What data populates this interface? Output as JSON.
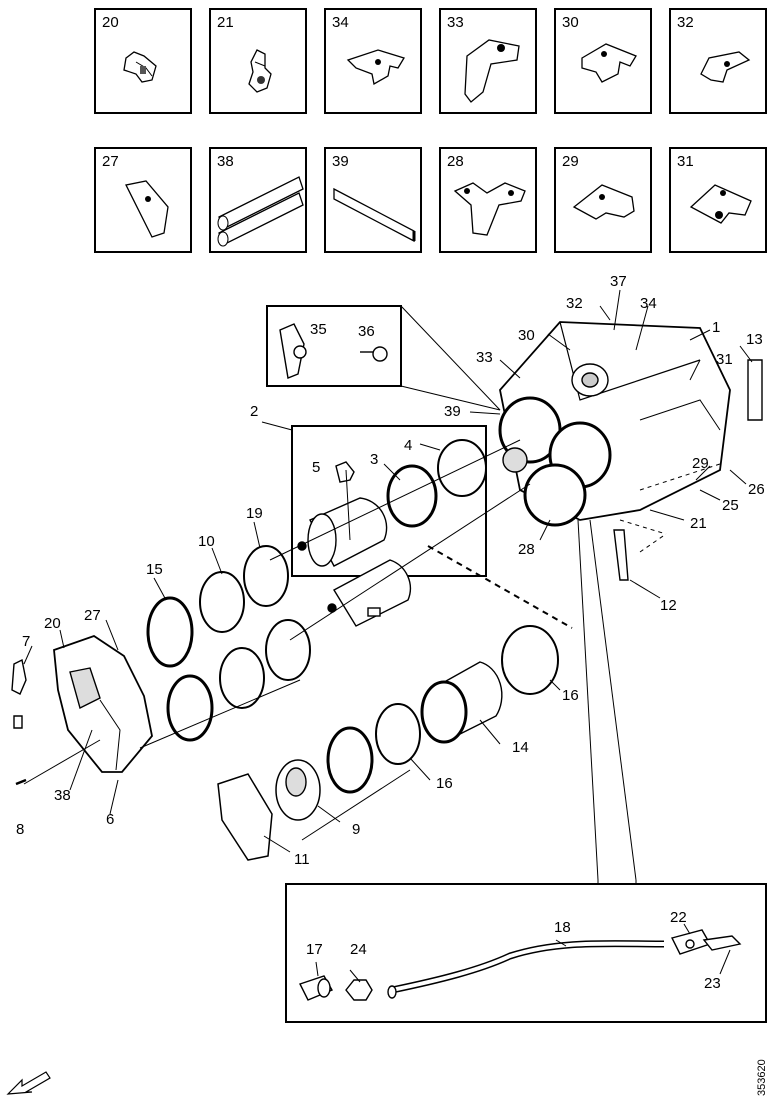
{
  "thumbnails": [
    {
      "label": "20",
      "icon": "clip-icon"
    },
    {
      "label": "21",
      "icon": "clip-icon"
    },
    {
      "label": "34",
      "icon": "bracket-icon"
    },
    {
      "label": "33",
      "icon": "bracket-icon"
    },
    {
      "label": "30",
      "icon": "bracket-icon"
    },
    {
      "label": "32",
      "icon": "bracket-icon"
    },
    {
      "label": "27",
      "icon": "plate-icon"
    },
    {
      "label": "38",
      "icon": "insulation-tube-icon"
    },
    {
      "label": "39",
      "icon": "gasket-strip-icon"
    },
    {
      "label": "28",
      "icon": "bracket-icon"
    },
    {
      "label": "29",
      "icon": "bracket-icon"
    },
    {
      "label": "31",
      "icon": "bracket-icon"
    }
  ],
  "callouts": {
    "c1": "1",
    "c2": "2",
    "c3": "3",
    "c4": "4",
    "c5": "5",
    "c6": "6",
    "c7": "7",
    "c8": "8",
    "c9": "9",
    "c10": "10",
    "c11": "11",
    "c12": "12",
    "c13": "13",
    "c14": "14",
    "c15": "15",
    "c16a": "16",
    "c16b": "16",
    "c17": "17",
    "c18": "18",
    "c19": "19",
    "c20": "20",
    "c21": "21",
    "c22": "22",
    "c23": "23",
    "c24": "24",
    "c25": "25",
    "c26": "26",
    "c27": "27",
    "c28": "28",
    "c29": "29",
    "c30": "30",
    "c31": "31",
    "c32": "32",
    "c33": "33",
    "c34": "34",
    "c35": "35",
    "c36": "36",
    "c37": "37",
    "c38": "38",
    "c39": "39"
  },
  "drawing_code": "353620",
  "colors": {
    "line": "#000000",
    "shade": "#d9d9d9",
    "fill": "#ffffff"
  }
}
